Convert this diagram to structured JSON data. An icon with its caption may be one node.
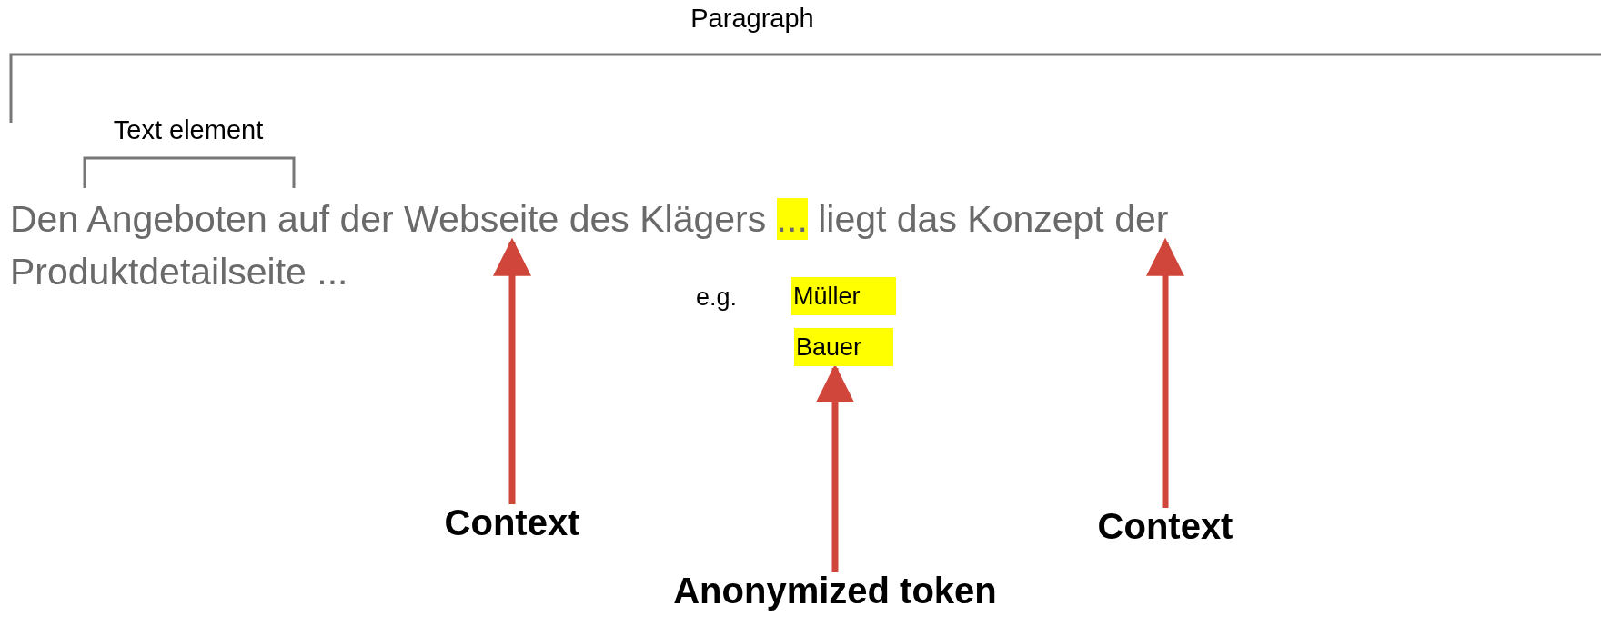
{
  "diagram": {
    "nodes": [
      {
        "text": [
          "Den Angeboten auf der Webseite des Klägers"
        ]
      },
      {
        "text": [
          "..."
        ]
      },
      {
        "text": [
          "liegt das Konzept der Produktdetailseite ..."
        ]
      },
      {
        "text": [
          "Müller"
        ]
      },
      {
        "text": [
          "Bauer"
        ]
      },
      {
        "text": [
          "Context"
        ]
      },
      {
        "text": [
          "Anonymized token"
        ]
      },
      {
        "text": [
          "Context"
        ]
      }
    ],
    "edges": [
      {
        "from": 5,
        "to": 0,
        "arrow": "to"
      },
      {
        "from": 6,
        "to": 4,
        "arrow": "to"
      },
      {
        "from": 7,
        "to": 2,
        "arrow": "to"
      }
    ],
    "labels": [
      "Paragraph",
      "Text element",
      "e.g."
    ]
  }
}
